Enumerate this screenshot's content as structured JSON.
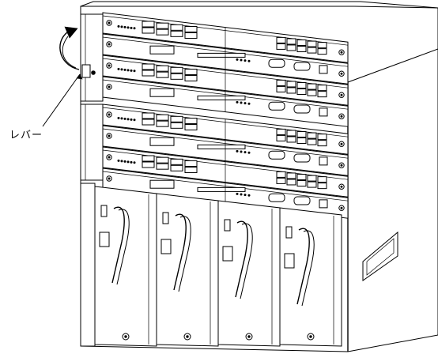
{
  "diagram": {
    "callouts": [
      {
        "id": "lever",
        "label": "レバー"
      }
    ],
    "colors": {
      "line": "#000000",
      "background": "#ffffff"
    },
    "module_rows": 8,
    "power_units": 4
  }
}
